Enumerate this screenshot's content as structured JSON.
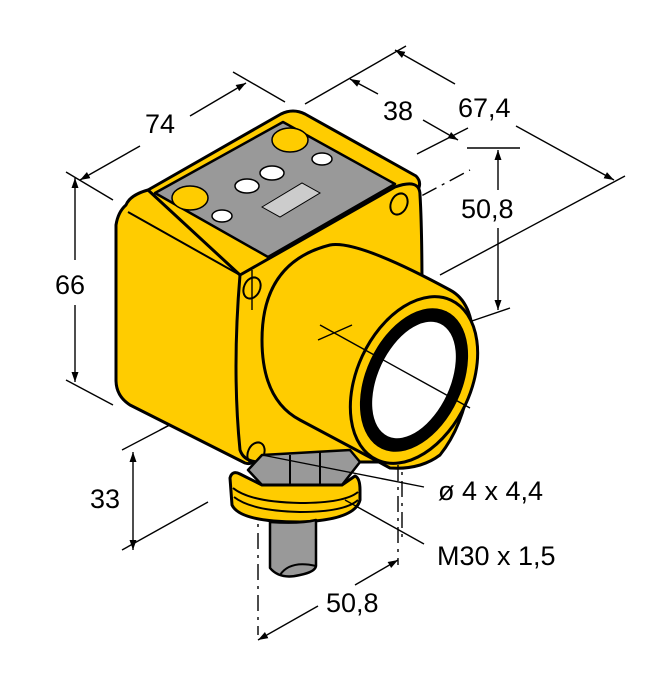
{
  "drawing": {
    "title": "Ultrasonic sensor dimensional drawing",
    "colors": {
      "housing": "#FFCC00",
      "panel": "#999999",
      "display": "#CCCCCC",
      "outline": "#000000",
      "background": "#FFFFFF"
    },
    "units": "mm",
    "dimensions": {
      "width": "74",
      "depth_total": "67,4",
      "depth_housing": "38",
      "height": "66",
      "face_height": "50,8",
      "connector_offset": "33",
      "connector_spacing": "50,8"
    },
    "annotations": {
      "mounting_hole": "ø 4 x 4,4",
      "thread": "M30 x 1,5"
    },
    "top_panel": {
      "yellow_buttons": 2,
      "white_leds": 4,
      "display_window": 1
    }
  }
}
